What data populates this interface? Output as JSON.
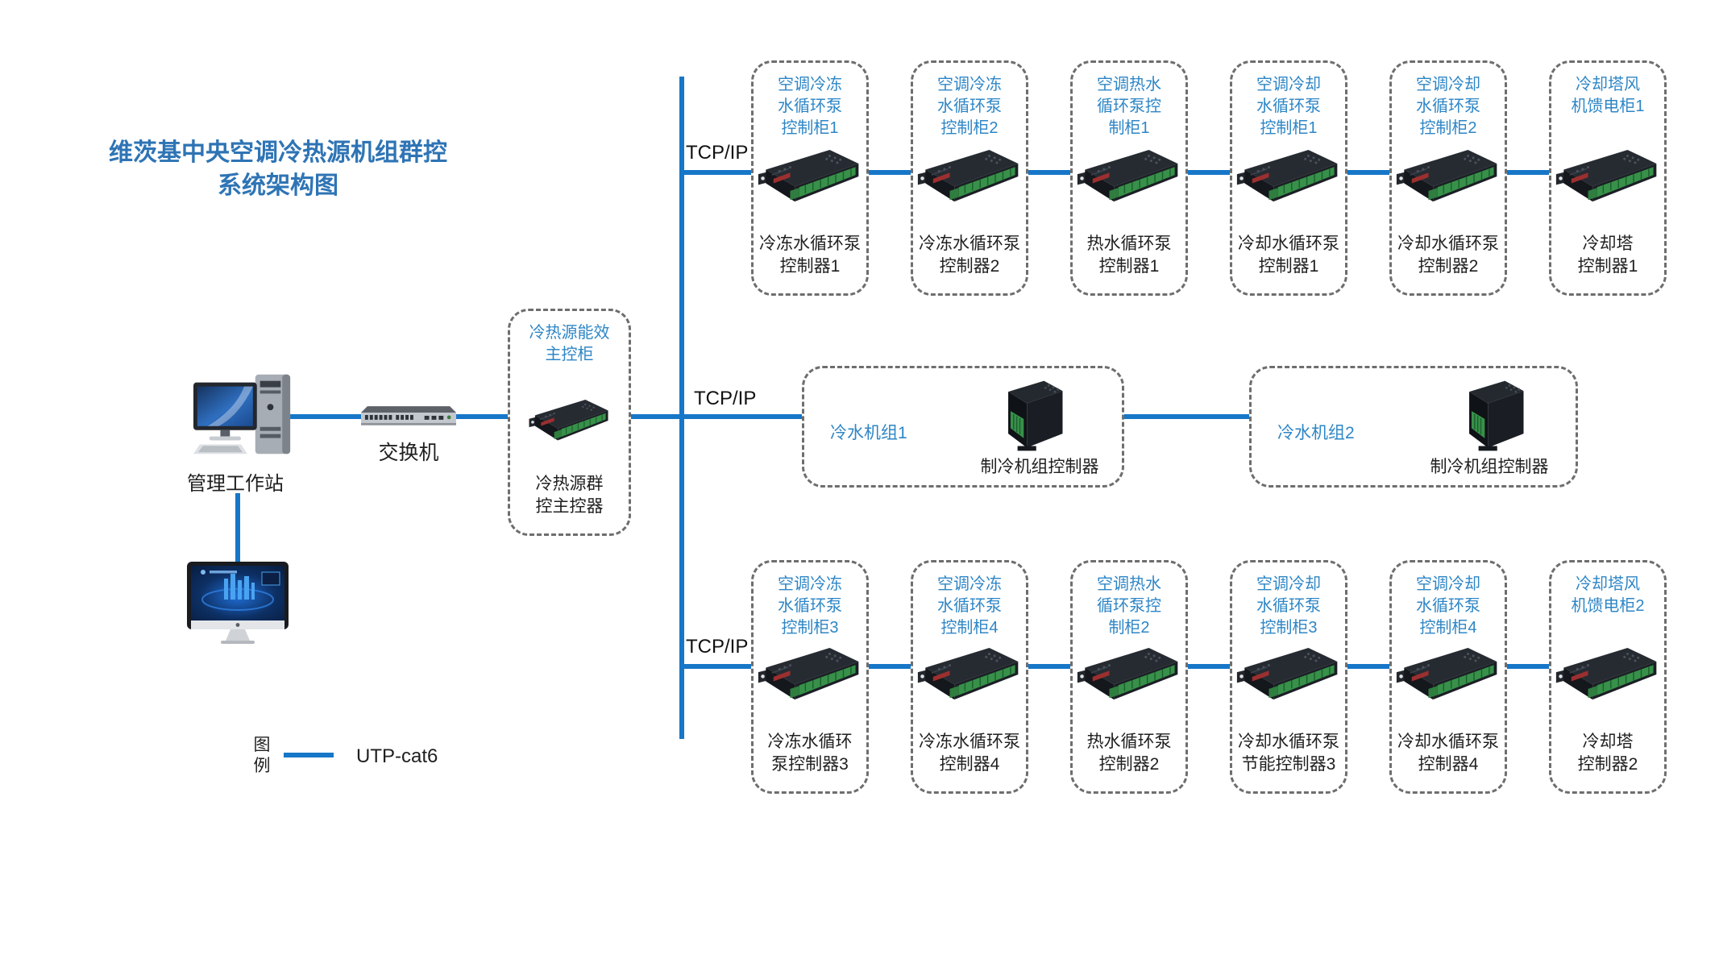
{
  "title": "维茨基中央空调冷热源机组群控\n系统架构图",
  "colors": {
    "line_blue": "#1677c8",
    "cabinet_label_blue": "#2e86c6",
    "title_blue": "#2e74b5",
    "box_border_gray": "#6e6e6e",
    "text_dark": "#1f1f1f"
  },
  "network": {
    "tcpip_labels": [
      "TCP/IP",
      "TCP/IP",
      "TCP/IP"
    ]
  },
  "workstation": {
    "label": "管理工作站"
  },
  "switch": {
    "label": "交换机"
  },
  "main_controller": {
    "cabinet_label": "冷热源能效\n主控柜",
    "device_label": "冷热源群\n控主控器"
  },
  "top_row": {
    "boxes": [
      {
        "cabinet_label": "空调冷冻\n水循环泵\n控制柜1",
        "device_label": "冷冻水循环泵\n控制器1"
      },
      {
        "cabinet_label": "空调冷冻\n水循环泵\n控制柜2",
        "device_label": "冷冻水循环泵\n控制器2"
      },
      {
        "cabinet_label": "空调热水\n循环泵控\n制柜1",
        "device_label": "热水循环泵\n控制器1"
      },
      {
        "cabinet_label": "空调冷却\n水循环泵\n控制柜1",
        "device_label": "冷却水循环泵\n控制器1"
      },
      {
        "cabinet_label": "空调冷却\n水循环泵\n控制柜2",
        "device_label": "冷却水循环泵\n控制器2"
      },
      {
        "cabinet_label": "冷却塔风\n机馈电柜1",
        "device_label": "冷却塔\n控制器1"
      }
    ]
  },
  "middle_row": {
    "boxes": [
      {
        "unit_label": "冷水机组1",
        "device_label": "制冷机组控制器"
      },
      {
        "unit_label": "冷水机组2",
        "device_label": "制冷机组控制器"
      }
    ]
  },
  "bottom_row": {
    "boxes": [
      {
        "cabinet_label": "空调冷冻\n水循环泵\n控制柜3",
        "device_label": "冷冻水循环\n泵控制器3"
      },
      {
        "cabinet_label": "空调冷冻\n水循环泵\n控制柜4",
        "device_label": "冷冻水循环泵\n控制器4"
      },
      {
        "cabinet_label": "空调热水\n循环泵控\n制柜2",
        "device_label": "热水循环泵\n控制器2"
      },
      {
        "cabinet_label": "空调冷却\n水循环泵\n控制柜3",
        "device_label": "冷却水循环泵\n节能控制器3"
      },
      {
        "cabinet_label": "空调冷却\n水循环泵\n控制柜4",
        "device_label": "冷却水循环泵\n控制器4"
      },
      {
        "cabinet_label": "冷却塔风\n机馈电柜2",
        "device_label": "冷却塔\n控制器2"
      }
    ]
  },
  "legend": {
    "title": "图\n例",
    "items": [
      {
        "label": "UTP-cat6"
      }
    ]
  }
}
